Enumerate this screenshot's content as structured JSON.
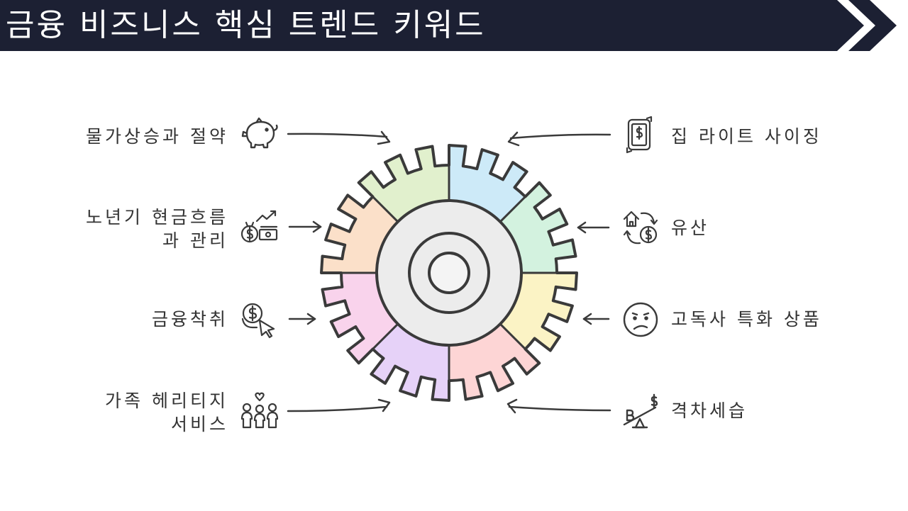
{
  "header": {
    "title": "금융 비즈니스 핵심 트렌드 키워드"
  },
  "colors": {
    "header_bg": "#1c2033",
    "header_text": "#ffffff",
    "stroke": "#3a3a3a",
    "hub_fill": "#ececec",
    "segment_colors": [
      "#cdeaf8",
      "#d3f2df",
      "#fbf3c5",
      "#fdd5d5",
      "#e6d2f8",
      "#f9d3ec",
      "#fbe0c9",
      "#e1f0cd"
    ]
  },
  "diagram": {
    "left_items": [
      {
        "line1": "물가상승과 절약",
        "line2": "",
        "icon": "piggy-bank-icon"
      },
      {
        "line1": "노년기 현금흐름",
        "line2": "과 관리",
        "icon": "money-growth-icon"
      },
      {
        "line1": "금융착취",
        "line2": "",
        "icon": "coin-cursor-icon"
      },
      {
        "line1": "가족 헤리티지",
        "line2": "서비스",
        "icon": "family-icon"
      }
    ],
    "right_items": [
      {
        "line1": "집 라이트 사이징",
        "icon": "phone-money-icon"
      },
      {
        "line1": "유산",
        "icon": "house-money-exchange-icon"
      },
      {
        "line1": "고독사 특화 상품",
        "icon": "sad-face-icon"
      },
      {
        "line1": "격차세습",
        "icon": "seesaw-icon"
      }
    ]
  }
}
